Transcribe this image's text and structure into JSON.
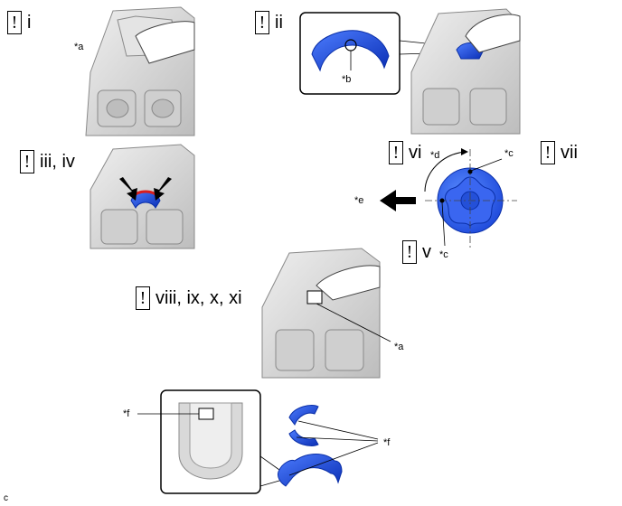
{
  "steps": {
    "i": {
      "mark": "!",
      "label": "i"
    },
    "ii": {
      "mark": "!",
      "label": "ii"
    },
    "iii_iv": {
      "mark": "!",
      "label": "iii, iv"
    },
    "vi": {
      "mark": "!",
      "label": "vi"
    },
    "vii": {
      "mark": "!",
      "label": "vii"
    },
    "v": {
      "mark": "!",
      "label": "v"
    },
    "viii_xi": {
      "mark": "!",
      "label": "viii, ix, x, xi"
    }
  },
  "callouts": {
    "a1": "*a",
    "b": "*b",
    "c1": "*c",
    "c2": "*c",
    "d": "*d",
    "e": "*e",
    "a2": "*a",
    "f1": "*f",
    "f2": "*f"
  },
  "figure_id": "c",
  "colors": {
    "part_blue": "#1f4fe0",
    "part_blue_dark": "#0a2fa8",
    "block_gray": "#d6d6d6",
    "block_line": "#8a8a8a",
    "oil_red": "#d81e1e"
  },
  "icons": [
    "caution-mark-icon",
    "arrow-left-icon",
    "rotation-arrow-icon"
  ]
}
